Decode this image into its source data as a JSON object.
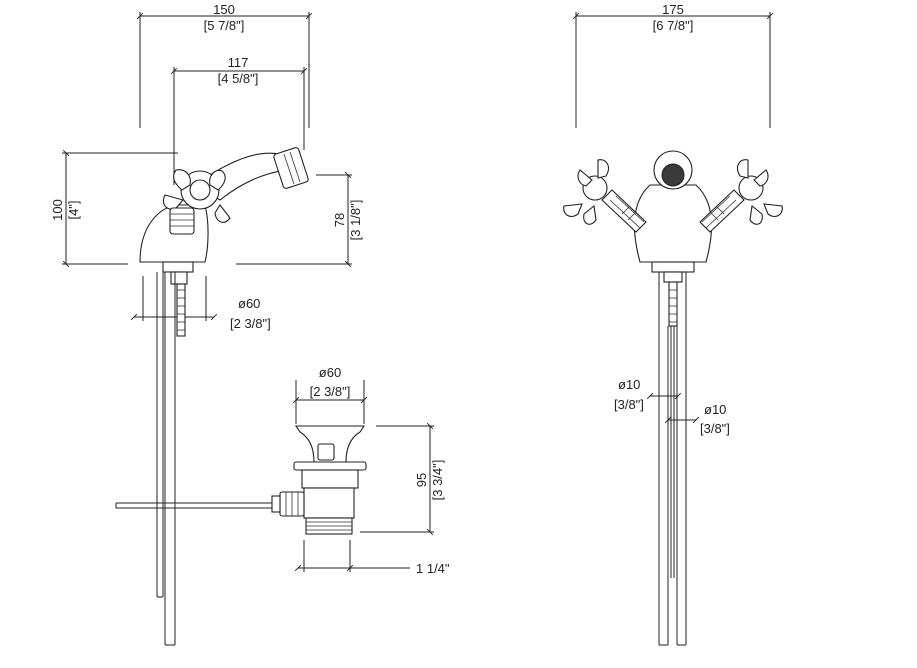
{
  "drawing": {
    "side_view": {
      "width_overall": {
        "mm": "150",
        "inch": "[5 7/8\"]"
      },
      "spout_reach": {
        "mm": "117",
        "inch": "[4 5/8\"]"
      },
      "height_overall": {
        "mm": "100",
        "inch": "[4\"]"
      },
      "spout_height": {
        "mm": "78",
        "inch": "[3 1/8\"]"
      },
      "base_diameter": {
        "mm": "ø60",
        "inch": "[2 3/8\"]"
      }
    },
    "drain_view": {
      "flange_diameter": {
        "mm": "ø60",
        "inch": "[2 3/8\"]"
      },
      "drain_height": {
        "mm": "95",
        "inch": "[3 3/4\"]"
      },
      "thread_size": "1 1/4\""
    },
    "front_view": {
      "width_overall": {
        "mm": "175",
        "inch": "[6 7/8\"]"
      },
      "supply_left": {
        "mm": "ø10",
        "inch": "[3/8\"]"
      },
      "supply_right": {
        "mm": "ø10",
        "inch": "[3/8\"]"
      }
    }
  }
}
